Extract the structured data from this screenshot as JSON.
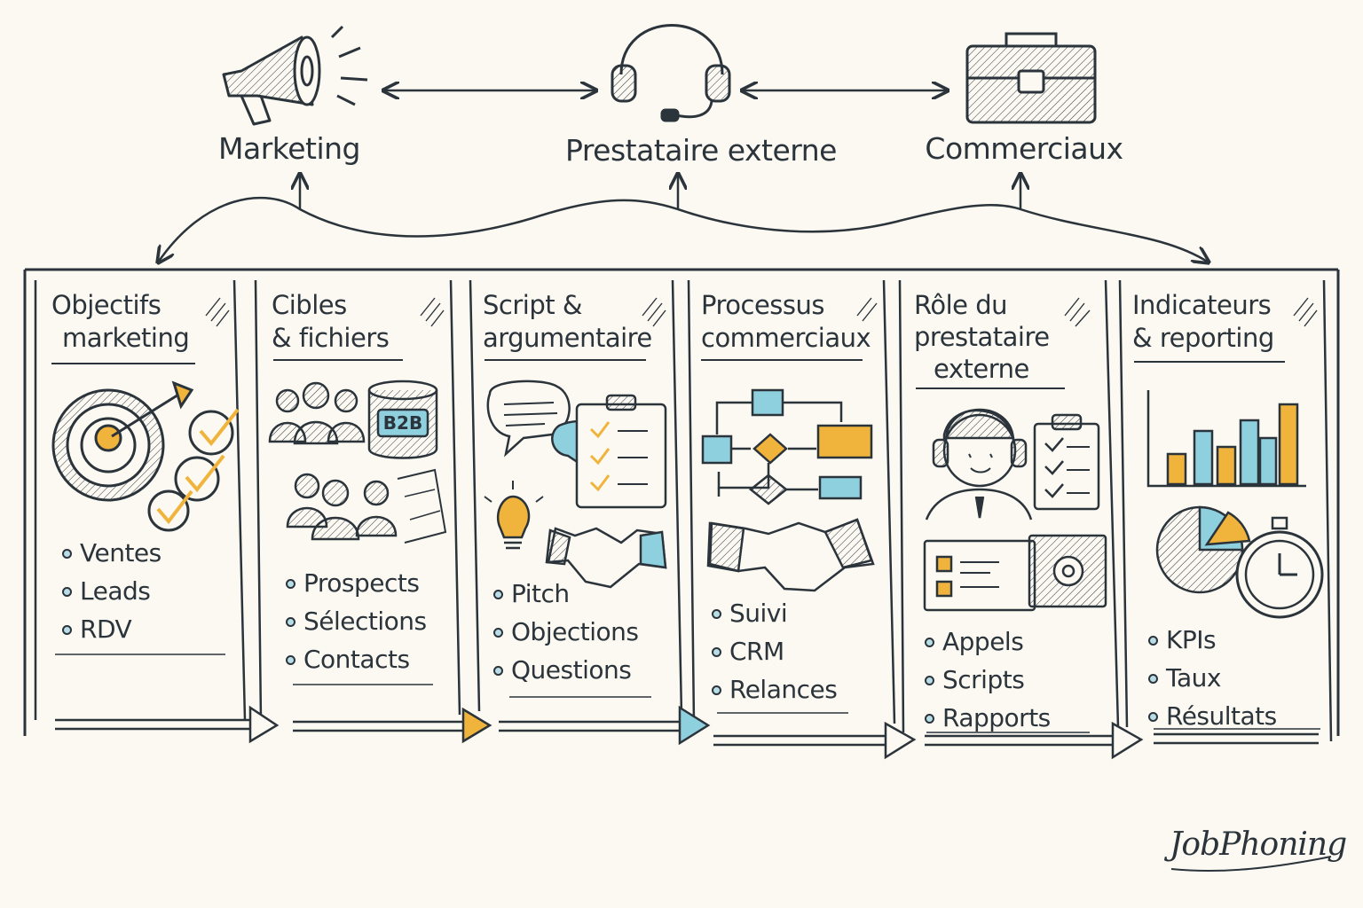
{
  "actors": [
    {
      "id": "marketing",
      "label": "Marketing",
      "icon": "megaphone-icon"
    },
    {
      "id": "prestataire",
      "label": "Prestataire externe",
      "icon": "headset-icon"
    },
    {
      "id": "commerciaux",
      "label": "Commerciaux",
      "icon": "briefcase-icon"
    }
  ],
  "columns": [
    {
      "title_lines": [
        "Objectifs",
        "marketing"
      ],
      "illustration": "target-icon",
      "items": [
        "Ventes",
        "Leads",
        "RDV"
      ]
    },
    {
      "title_lines": [
        "Cibles",
        "& fichiers"
      ],
      "illustration": "audience-database-icon",
      "badge": "B2B",
      "items": [
        "Prospects",
        "Sélections",
        "Contacts"
      ]
    },
    {
      "title_lines": [
        "Script &",
        "argumentaire"
      ],
      "illustration": "speech-clipboard-icon",
      "items": [
        "Pitch",
        "Objections",
        "Questions"
      ]
    },
    {
      "title_lines": [
        "Processus",
        "commerciaux"
      ],
      "illustration": "flowchart-handshake-icon",
      "items": [
        "Suivi",
        "CRM",
        "Relances"
      ]
    },
    {
      "title_lines": [
        "Rôle du",
        "prestataire",
        "externe"
      ],
      "illustration": "agent-checklist-icon",
      "items": [
        "Appels",
        "Scripts",
        "Rapports"
      ]
    },
    {
      "title_lines": [
        "Indicateurs",
        "& reporting"
      ],
      "illustration": "charts-stopwatch-icon",
      "items": [
        "KPIs",
        "Taux",
        "Résultats"
      ]
    }
  ],
  "brand": "JobPhoning",
  "colors": {
    "ink": "#2b333b",
    "accent_yellow": "#f0b43c",
    "accent_blue": "#8fd0df",
    "paper": "#fbf9f1"
  }
}
